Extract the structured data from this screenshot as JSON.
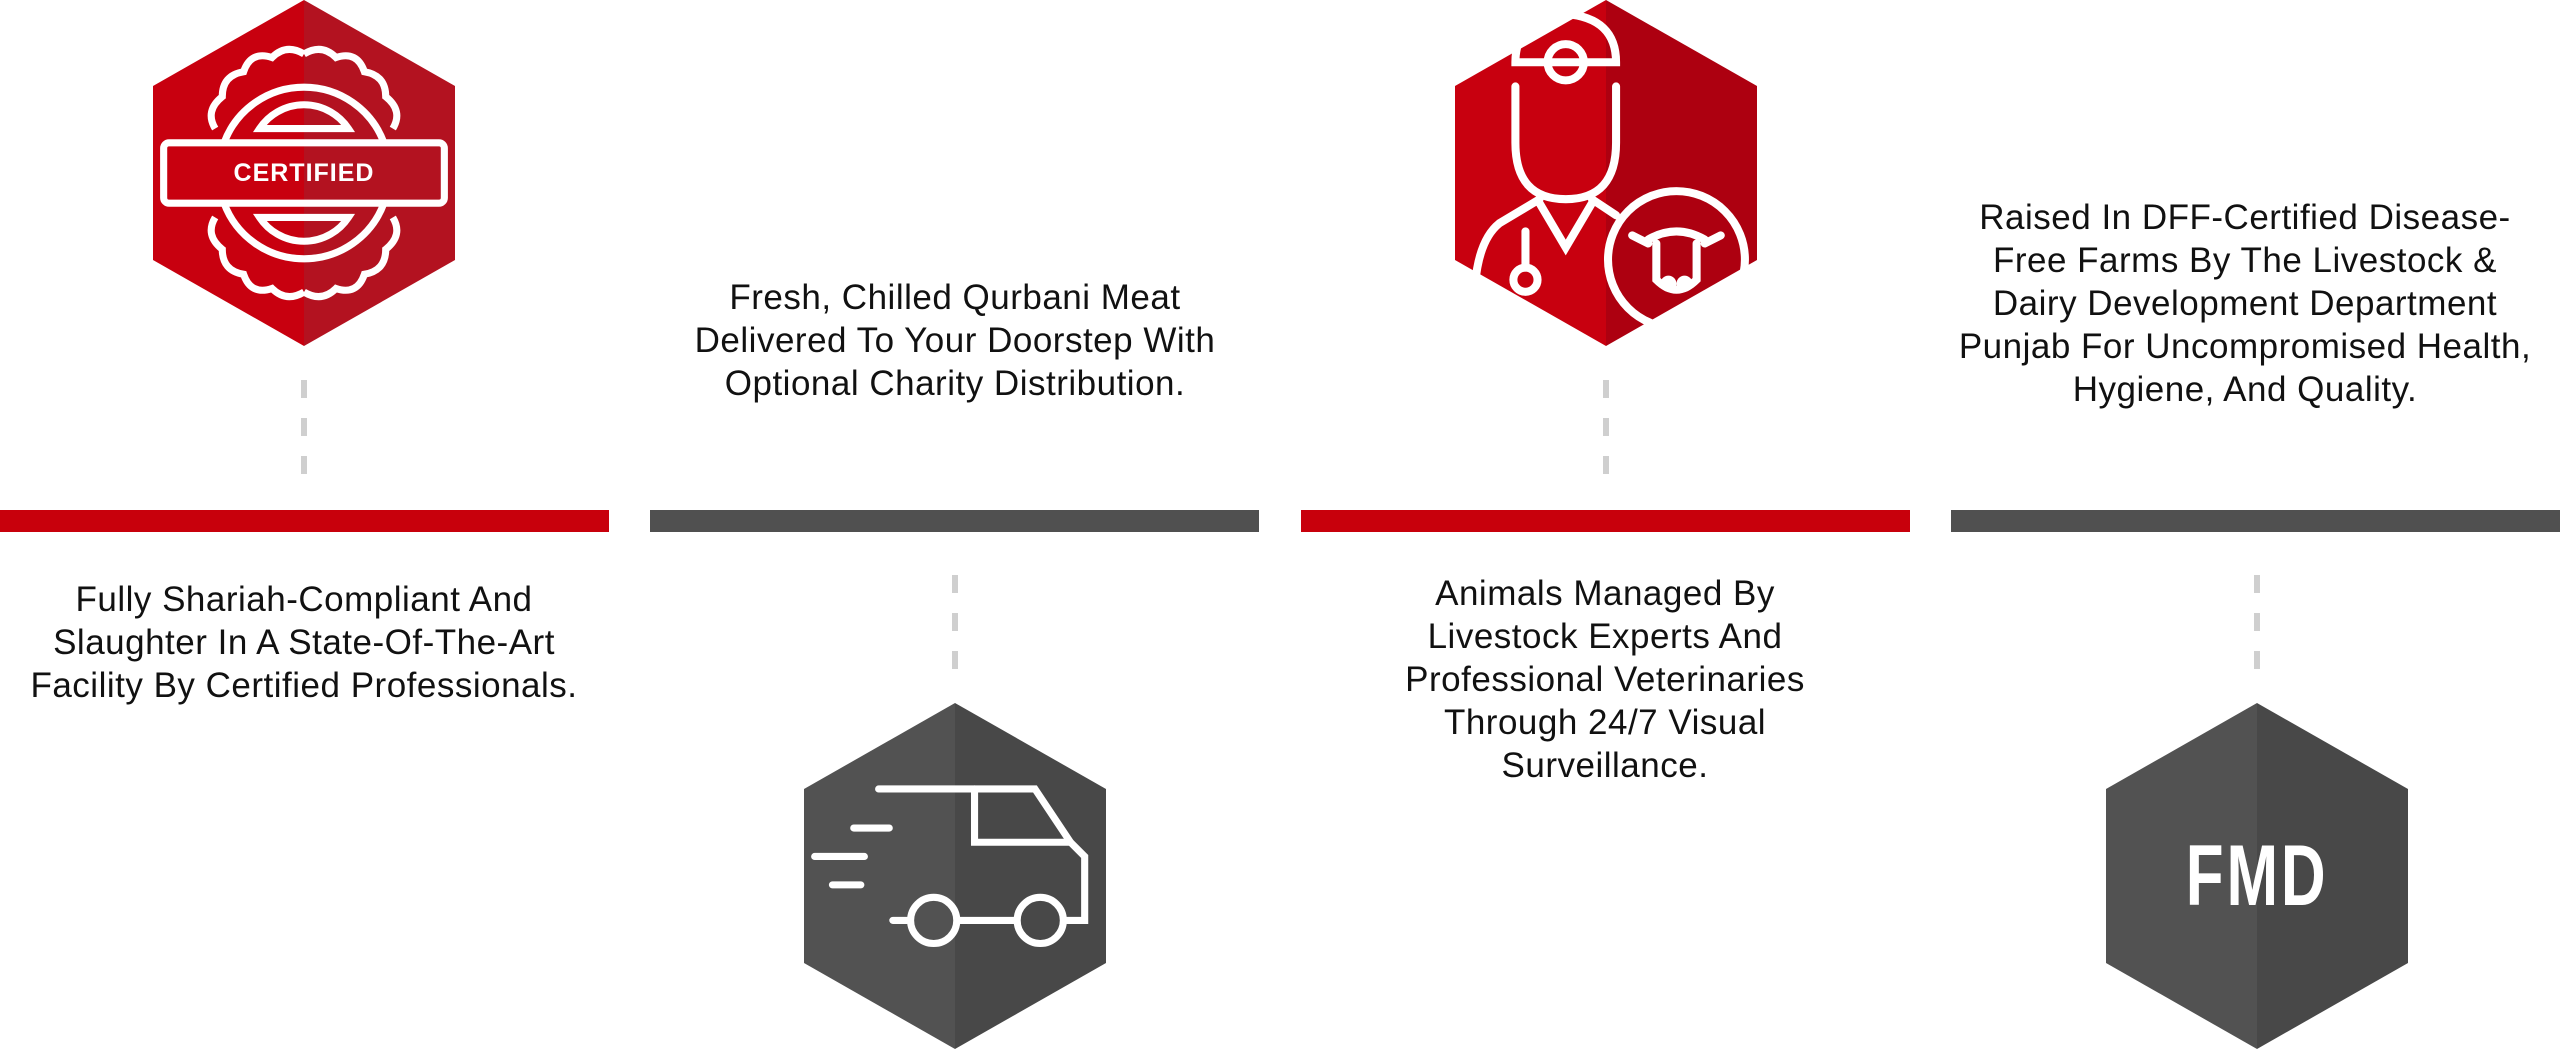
{
  "colors": {
    "red": "#c8000f",
    "red_dark": "#b31220",
    "red_dark2": "#ad0010",
    "gray": "#525252",
    "gray_dark": "#484848",
    "bar_red": "#c8000c",
    "bar_gray": "#505050"
  },
  "items": [
    {
      "icon": "certified-badge-icon",
      "badge_text": "CERTIFIED",
      "text": "Fully Shariah-Compliant And Slaughter In A State-Of-The-Art Facility By Certified Professionals."
    },
    {
      "icon": "delivery-van-icon",
      "text": "Fresh, Chilled Qurbani Meat Delivered To Your Doorstep With Optional Charity Distribution."
    },
    {
      "icon": "veterinarian-cow-icon",
      "text": "Animals Managed By Livestock Experts And Professional Veterinaries Through 24/7 Visual Surveillance."
    },
    {
      "icon": "fmd-text-icon",
      "badge_text": "FMD",
      "text": "Raised In DFF-Certified Disease-Free Farms By The Livestock & Dairy Development Department Punjab For Uncompromised Health, Hygiene, And Quality."
    }
  ]
}
